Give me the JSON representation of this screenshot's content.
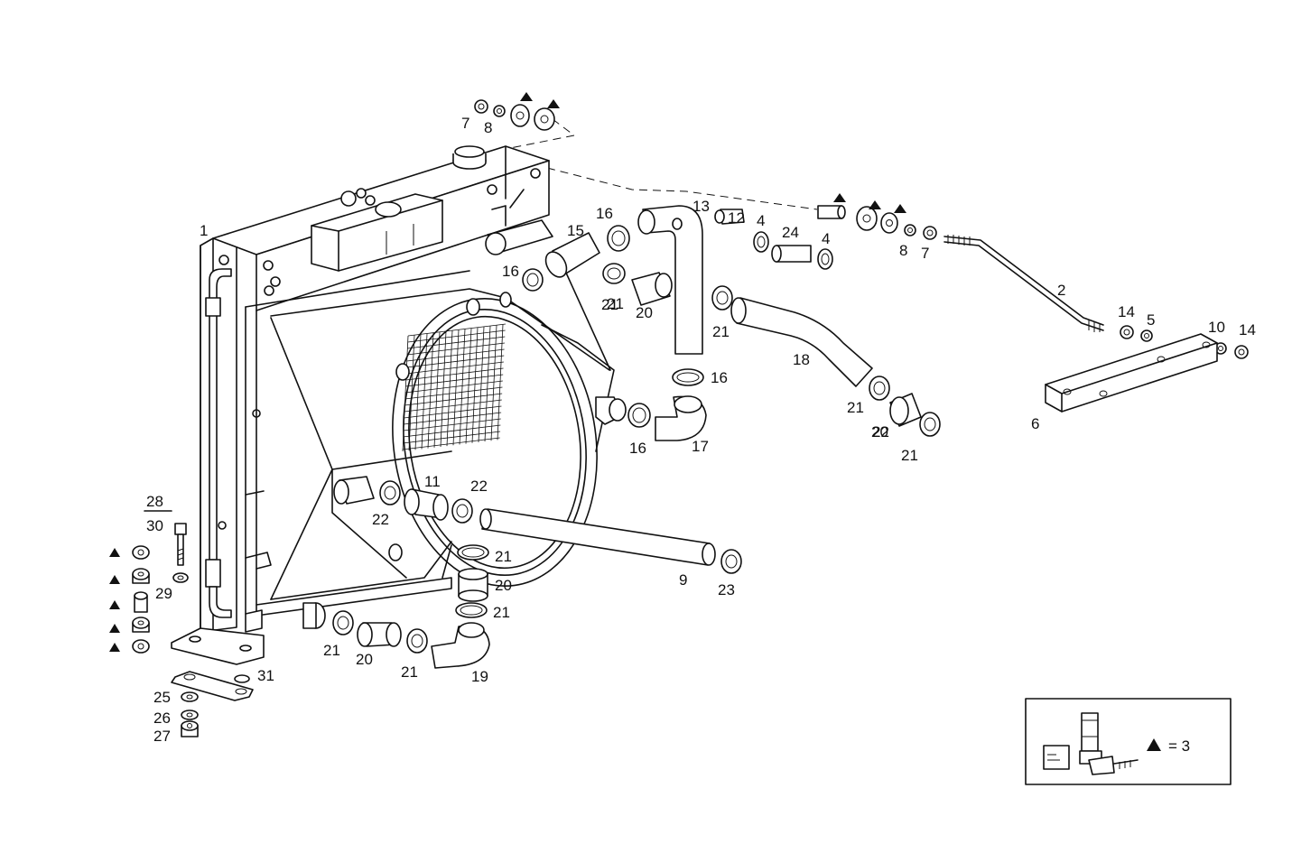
{
  "callouts": [
    "1",
    "2",
    "4",
    "4",
    "5",
    "6",
    "7",
    "7",
    "8",
    "8",
    "9",
    "10",
    "11",
    "12",
    "13",
    "14",
    "14",
    "15",
    "16",
    "16",
    "16",
    "16",
    "17",
    "18",
    "19",
    "20",
    "20",
    "20",
    "20",
    "21",
    "21",
    "21",
    "21",
    "21",
    "21",
    "21",
    "21",
    "21",
    "22",
    "22",
    "22",
    "23",
    "24",
    "25",
    "26",
    "27",
    "28",
    "29",
    "30",
    "31"
  ],
  "legend": {
    "text": "= 3"
  },
  "colors": {
    "ink": "#111111",
    "paper": "#ffffff"
  }
}
